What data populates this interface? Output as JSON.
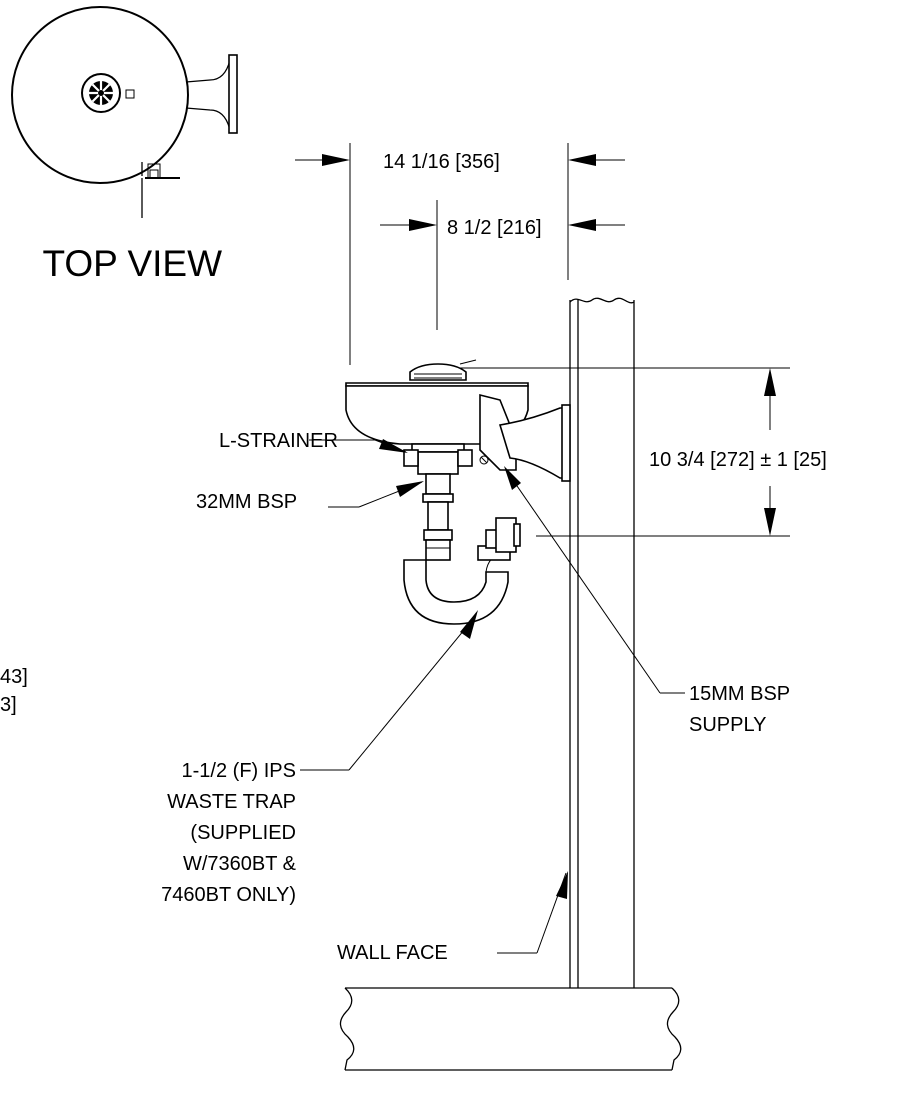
{
  "top_view": {
    "title": "TOP VIEW"
  },
  "dimensions": {
    "overall_width": "14 1/16 [356]",
    "drain_offset": "8 1/2 [216]",
    "bowl_height": "10 3/4 [272] ± 1 [25]"
  },
  "callouts": {
    "l_strainer": "L-STRAINER",
    "bsp_32": "32MM BSP",
    "supply_line1": "15MM BSP",
    "supply_line2": "SUPPLY",
    "trap_line1": "1-1/2 (F) IPS",
    "trap_line2": "WASTE TRAP",
    "trap_line3": "(SUPPLIED",
    "trap_line4": "W/7360BT &",
    "trap_line5": "7460BT ONLY)",
    "wall_face": "WALL FACE"
  },
  "cropped_text": {
    "line1": "43]",
    "line2": "3]"
  }
}
